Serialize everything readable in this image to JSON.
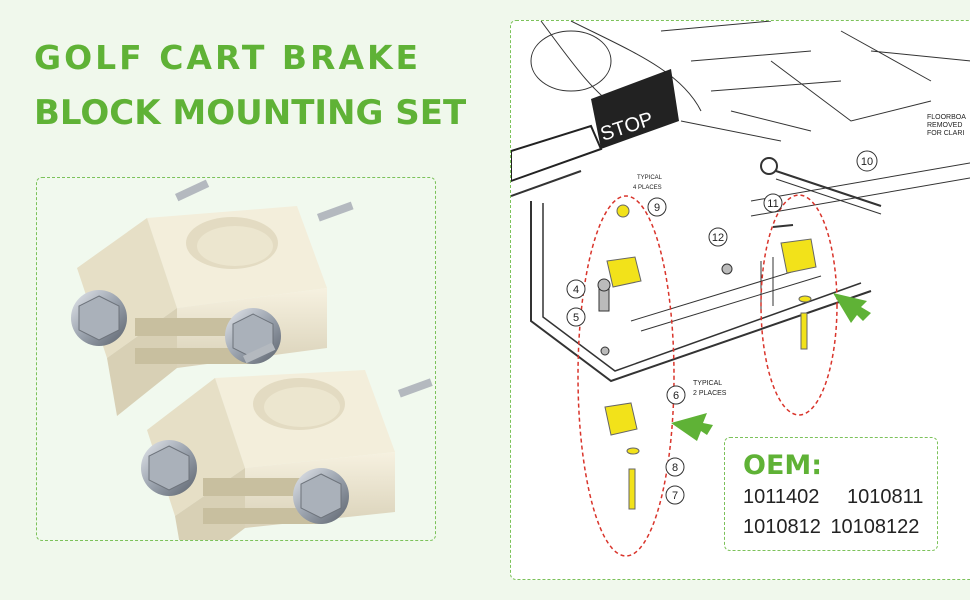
{
  "title": {
    "line1": "GOLF CART BRAKE",
    "line2": "BLOCK MOUNTING SET"
  },
  "colors": {
    "accent": "#5fb236",
    "part_yellow": "#f2e21a",
    "callout_red": "#d9342b",
    "block_cream": "#efe9d3"
  },
  "diagram": {
    "stop_label": "STOP",
    "typical_4": [
      "TYPICAL",
      "4 PLACES"
    ],
    "typical_2": [
      "TYPICAL",
      "2 PLACES"
    ],
    "floorboard_note": [
      "FLOORBOA",
      "REMOVED",
      "FOR CLARI"
    ],
    "callouts": [
      "4",
      "5",
      "6",
      "7",
      "8",
      "9",
      "10",
      "11",
      "12"
    ]
  },
  "oem": {
    "title": "OEM:",
    "codes": [
      "1011402",
      "1010811",
      "1010812",
      "10108122"
    ]
  }
}
